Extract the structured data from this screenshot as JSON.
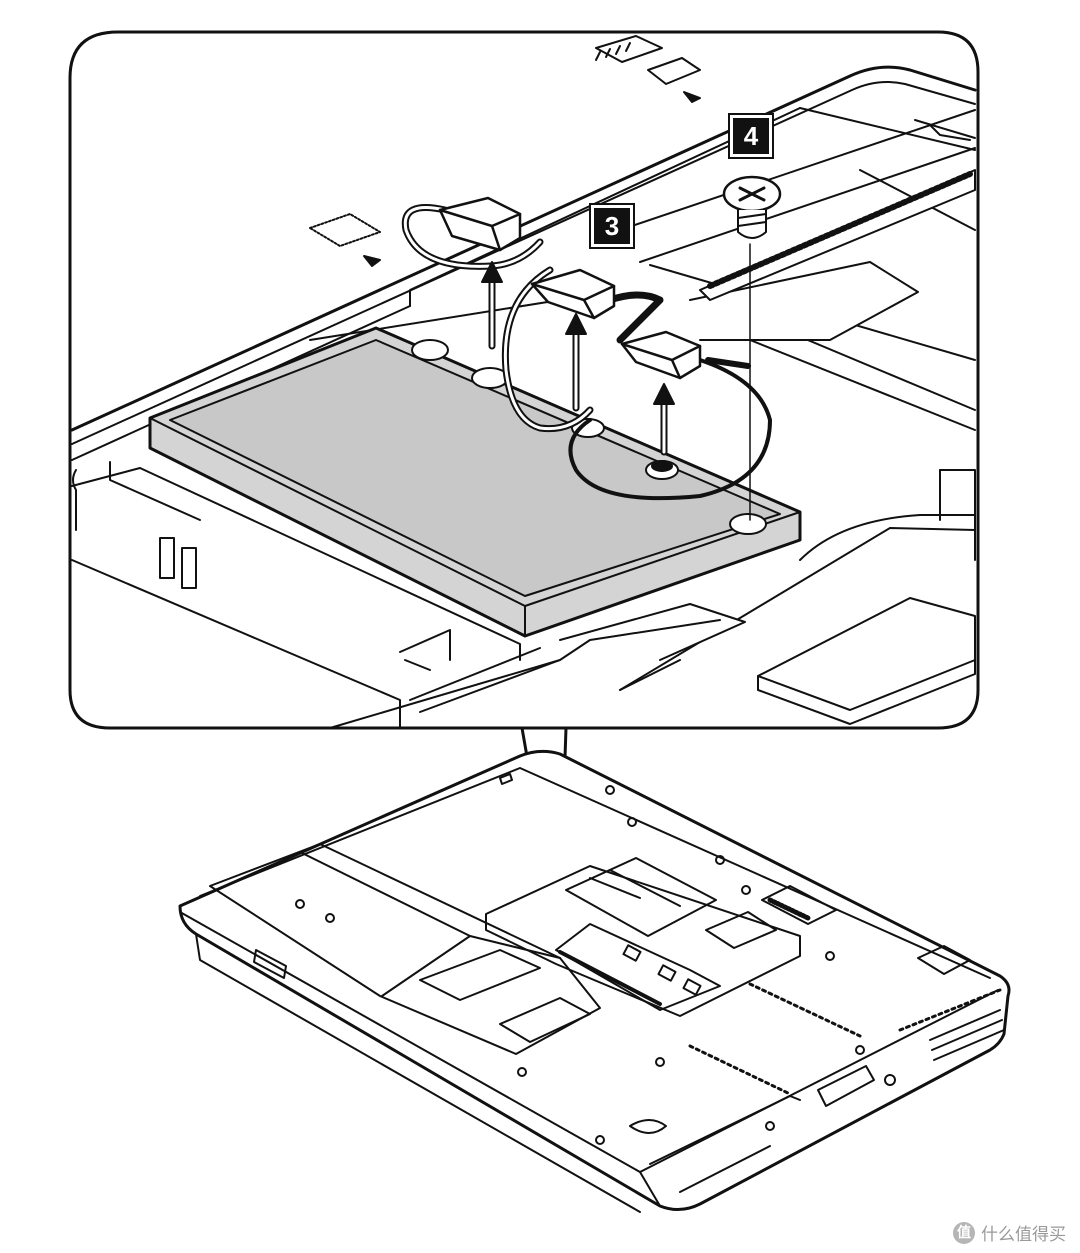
{
  "steps": {
    "step3": "3",
    "step4": "4"
  },
  "watermark": {
    "logo": "值",
    "text": "什么值得买"
  },
  "icons": [
    "screw-icon",
    "upward-arrow-icon",
    "antenna-connector-icon",
    "wireless-card",
    "memory-module",
    "laptop-underside"
  ]
}
